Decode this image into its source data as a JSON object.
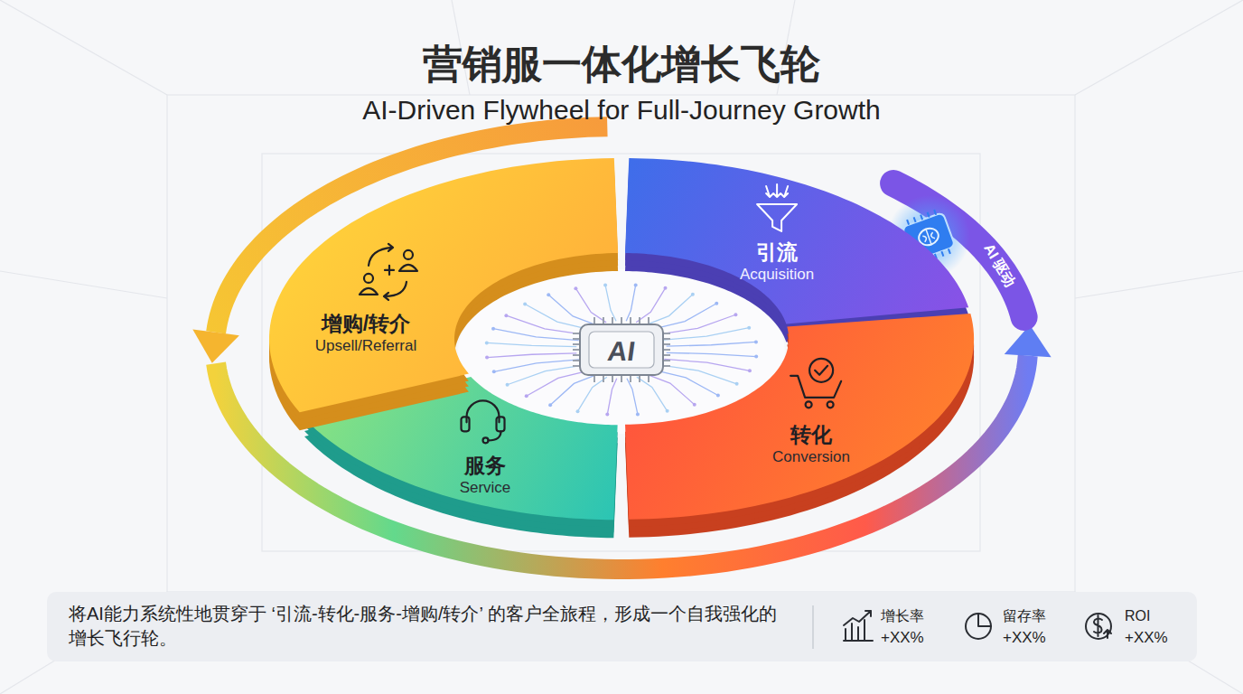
{
  "diagram": {
    "title": "营销服一体化增长飞轮",
    "caption": "将AI能力系统性地贯穿于 ‘引流-转化-服务-增购/转介’ 的客户全旅程，形成一个自我强化的增长飞行轮。",
    "nodes": [
      {
        "text": [
          "引流",
          "Acquisition"
        ]
      },
      {
        "text": [
          "转化",
          "Conversion"
        ]
      },
      {
        "text": [
          "服务",
          "Service"
        ]
      },
      {
        "text": [
          "增购/转介",
          "Upsell/Referral"
        ]
      }
    ],
    "labels": [
      "AI-Driven Flywheel for Full-Journey Growth",
      "AI",
      "AI 驱动",
      "增长率",
      "+XX%",
      "留存率",
      "+XX%",
      "ROI",
      "+XX%"
    ]
  }
}
